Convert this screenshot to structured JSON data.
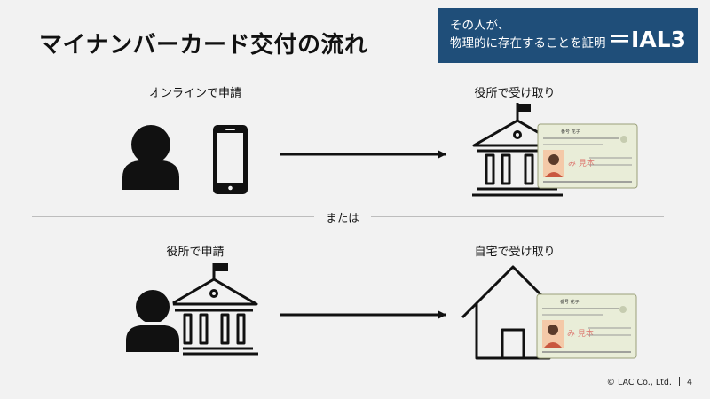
{
  "title": "マイナンバーカード交付の流れ",
  "badge": {
    "line1": "その人が、",
    "line2": "物理的に存在することを証明",
    "level": "＝IAL3"
  },
  "flows": {
    "online_apply": "オンラインで申請",
    "office_receive": "役所で受け取り",
    "or_label": "または",
    "office_apply": "役所で申請",
    "home_receive": "自宅で受け取り"
  },
  "card": {
    "name_text": "番号 花子",
    "stamp_text": "み 見本"
  },
  "footer": {
    "copyright": "© LAC Co., Ltd.",
    "page": "4"
  },
  "colors": {
    "badge_bg": "#1f4e79",
    "icon": "#111111",
    "card_bg": "#e9edd8",
    "photo_skin": "#f4c9a8",
    "stamp": "#d9534f"
  }
}
